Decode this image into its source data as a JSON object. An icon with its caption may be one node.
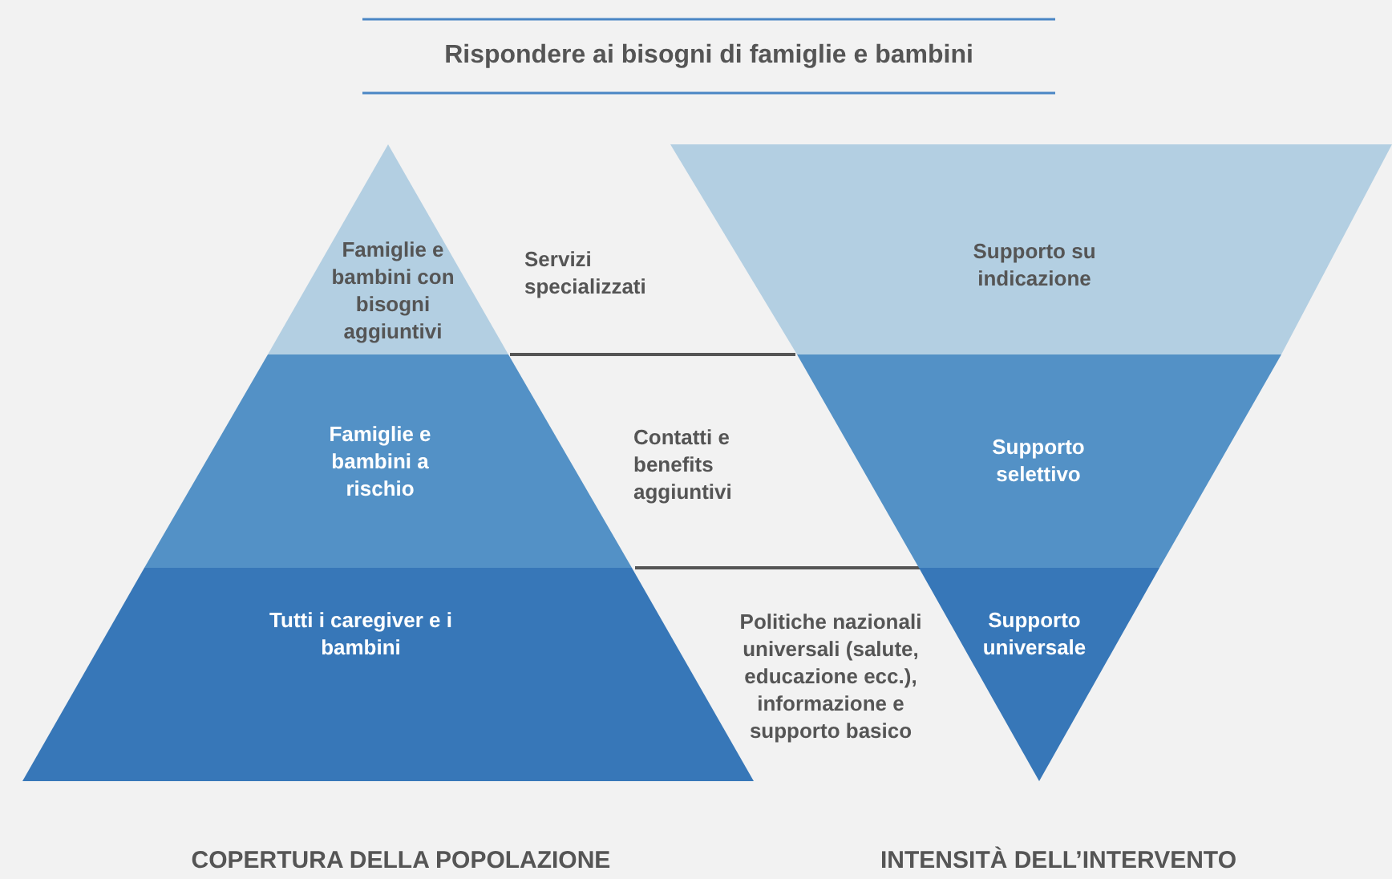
{
  "diagram": {
    "title": "Rispondere ai bisogni di famiglie e bambini",
    "nodes": [
      {
        "text": [
          "Famiglie e bambini con bisogni aggiuntivi"
        ]
      },
      {
        "text": [
          "Famiglie e bambini a rischio"
        ]
      },
      {
        "text": [
          "Tutti i caregiver e i bambini"
        ]
      },
      {
        "text": [
          "Supporto su indicazione"
        ]
      },
      {
        "text": [
          "Supporto selettivo"
        ]
      },
      {
        "text": [
          "Supporto universale"
        ]
      }
    ],
    "edges": [],
    "labels": [
      "Servizi specializzati",
      "Contatti e benefits aggiuntivi",
      "Politiche nazionali universali (salute, educazione ecc.), informazione e supporto basico",
      "COPERTURA DELLA POPOLAZIONE",
      "INTENSITÀ DELL’INTERVENTO"
    ]
  }
}
